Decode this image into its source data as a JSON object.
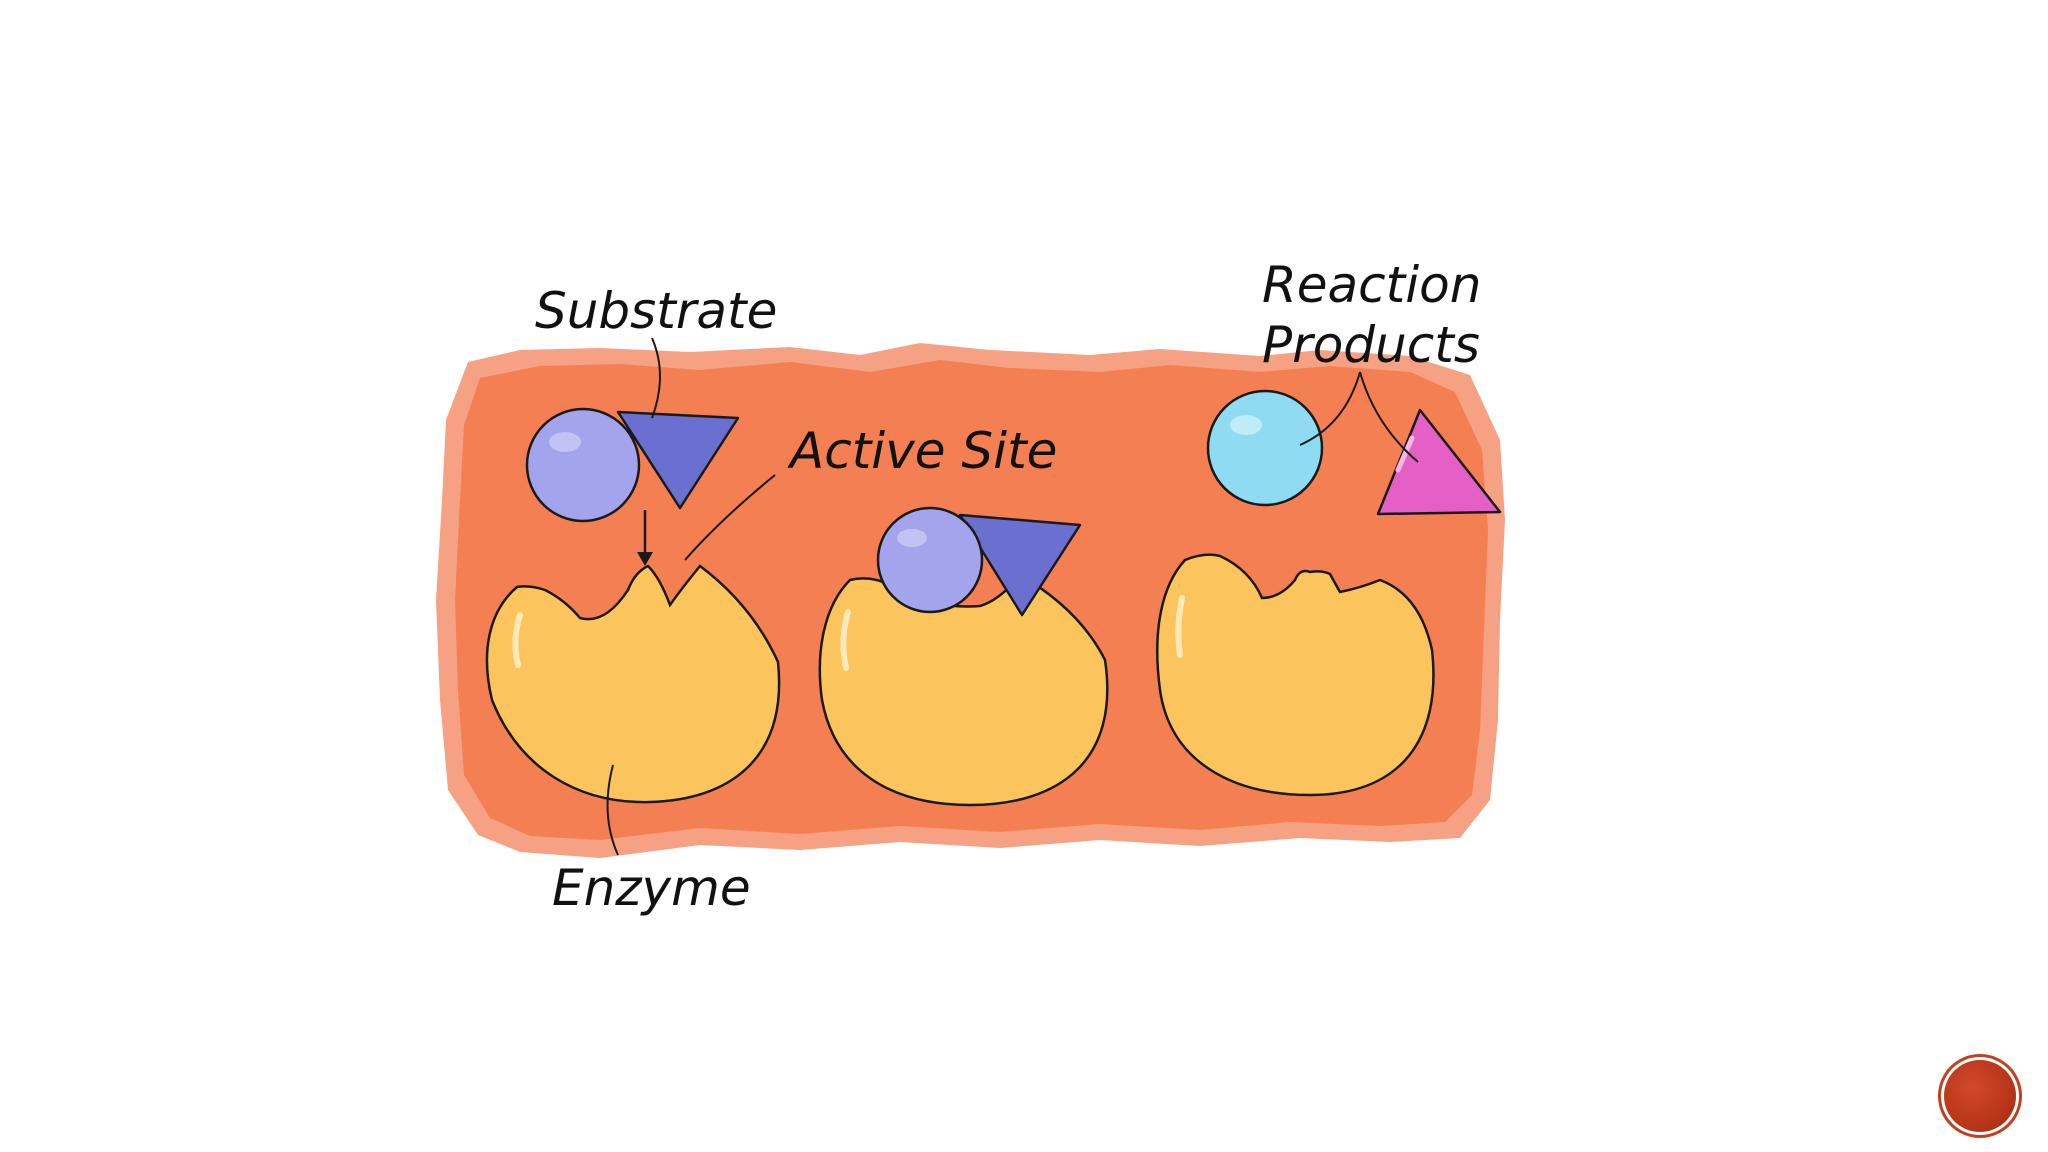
{
  "labels": {
    "substrate": "Substrate",
    "active_site": "Active Site",
    "reaction_products_line1": "Reaction",
    "reaction_products_line2": "Products",
    "enzyme": "Enzyme"
  },
  "colors": {
    "background_blob": "#f47f52",
    "background_blob_edge": "#f6a183",
    "enzyme_fill": "#fcc45c",
    "substrate_circle": "#a3a4ec",
    "substrate_triangle": "#6b6fd0",
    "product_circle": "#8fdcf2",
    "product_triangle": "#e45fc6",
    "slide_badge": "#b83619"
  },
  "icons": {
    "slide_badge": "slide-number-badge-icon"
  }
}
